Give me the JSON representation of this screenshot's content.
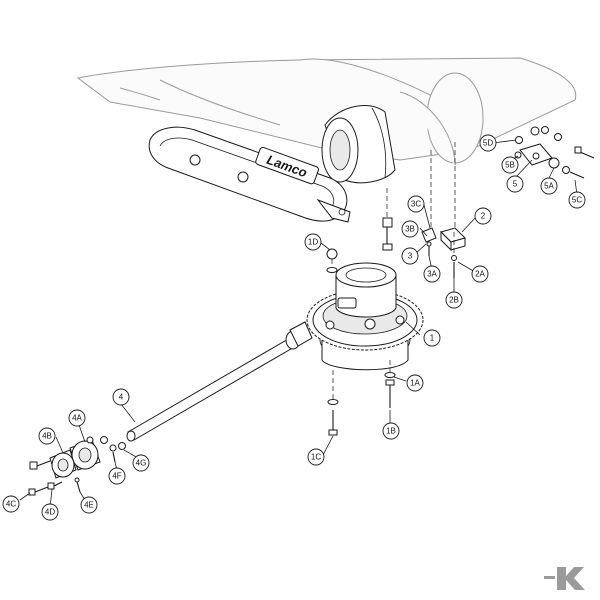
{
  "diagram": {
    "brand_text": "Lamco",
    "logo_letter": "K",
    "logo_color": "#9a9a9a",
    "callouts": [
      {
        "id": "1"
      },
      {
        "id": "1A"
      },
      {
        "id": "1B"
      },
      {
        "id": "1C"
      },
      {
        "id": "1D"
      },
      {
        "id": "2"
      },
      {
        "id": "2A"
      },
      {
        "id": "2B"
      },
      {
        "id": "3"
      },
      {
        "id": "3A"
      },
      {
        "id": "3B"
      },
      {
        "id": "3C"
      },
      {
        "id": "4"
      },
      {
        "id": "4A"
      },
      {
        "id": "4B"
      },
      {
        "id": "4C"
      },
      {
        "id": "4D"
      },
      {
        "id": "4E"
      },
      {
        "id": "4F"
      },
      {
        "id": "4G"
      },
      {
        "id": "5"
      },
      {
        "id": "5A"
      },
      {
        "id": "5B"
      },
      {
        "id": "5C"
      },
      {
        "id": "5D"
      }
    ]
  }
}
